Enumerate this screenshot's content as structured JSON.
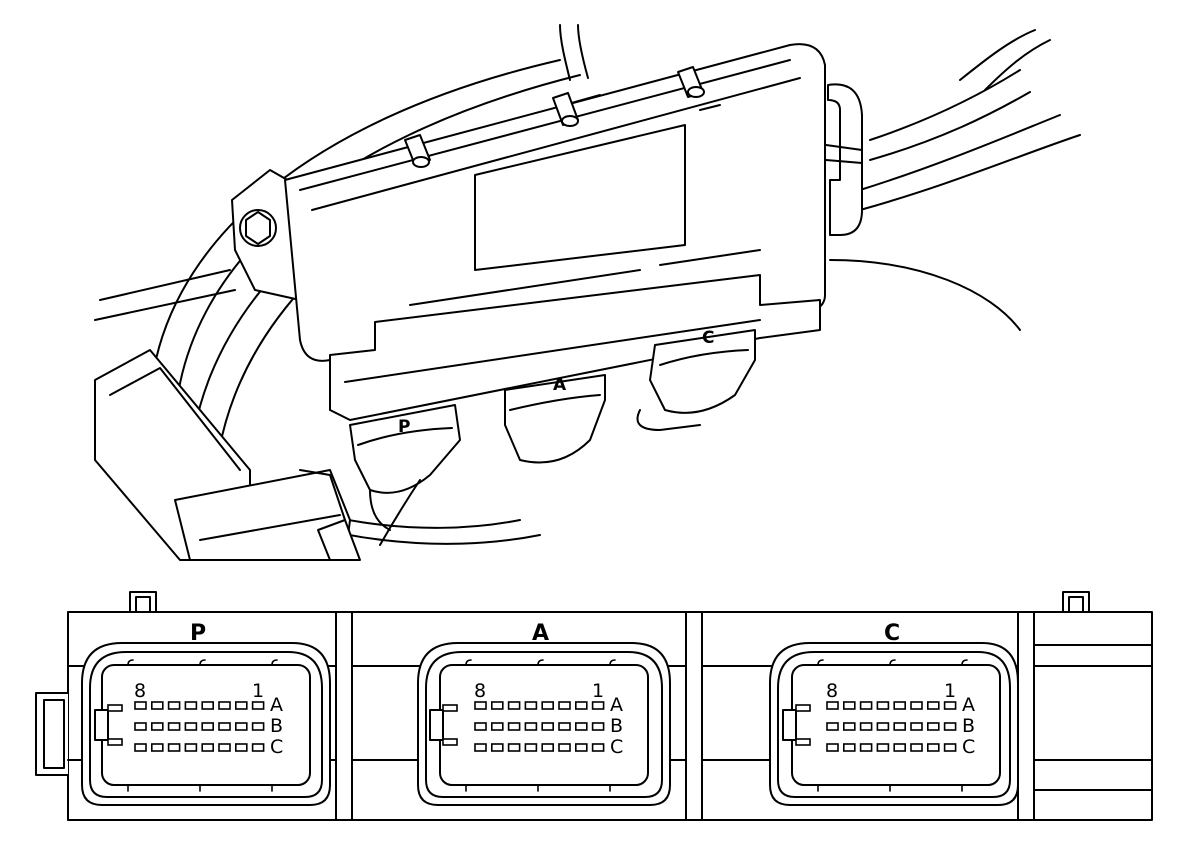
{
  "isometric": {
    "connectors": [
      "P",
      "A",
      "C"
    ]
  },
  "front_view": {
    "connectors": [
      {
        "label": "P",
        "pin_start": "8",
        "pin_end": "1",
        "rows": [
          "A",
          "B",
          "C"
        ]
      },
      {
        "label": "A",
        "pin_start": "8",
        "pin_end": "1",
        "rows": [
          "A",
          "B",
          "C"
        ]
      },
      {
        "label": "C",
        "pin_start": "8",
        "pin_end": "1",
        "rows": [
          "A",
          "B",
          "C"
        ]
      }
    ]
  }
}
